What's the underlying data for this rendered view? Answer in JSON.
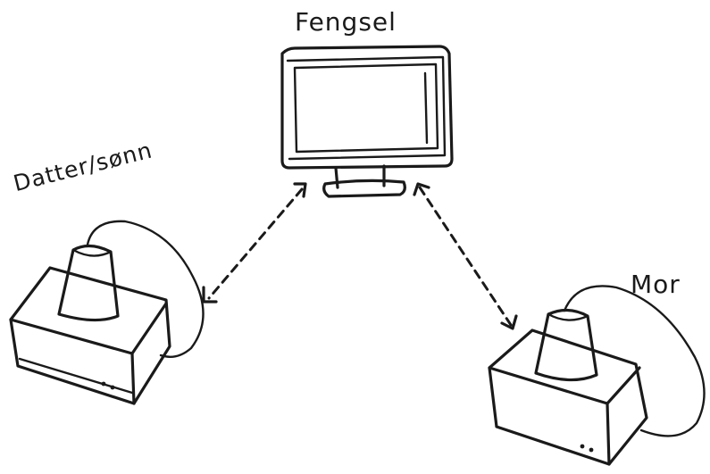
{
  "diagram": {
    "nodes": [
      {
        "id": "fengsel",
        "label": "Fengsel",
        "icon": "computer-monitor-icon"
      },
      {
        "id": "datter_sonn",
        "label": "Datter/sønn",
        "icon": "webcam-device-icon"
      },
      {
        "id": "mor",
        "label": "Mor",
        "icon": "webcam-device-icon"
      }
    ],
    "edges": [
      {
        "from": "fengsel",
        "to": "datter_sonn",
        "style": "dashed",
        "direction": "bidirectional"
      },
      {
        "from": "fengsel",
        "to": "mor",
        "style": "dashed",
        "direction": "bidirectional"
      }
    ],
    "stroke_color": "#1a1a1a",
    "background_color": "#ffffff"
  }
}
